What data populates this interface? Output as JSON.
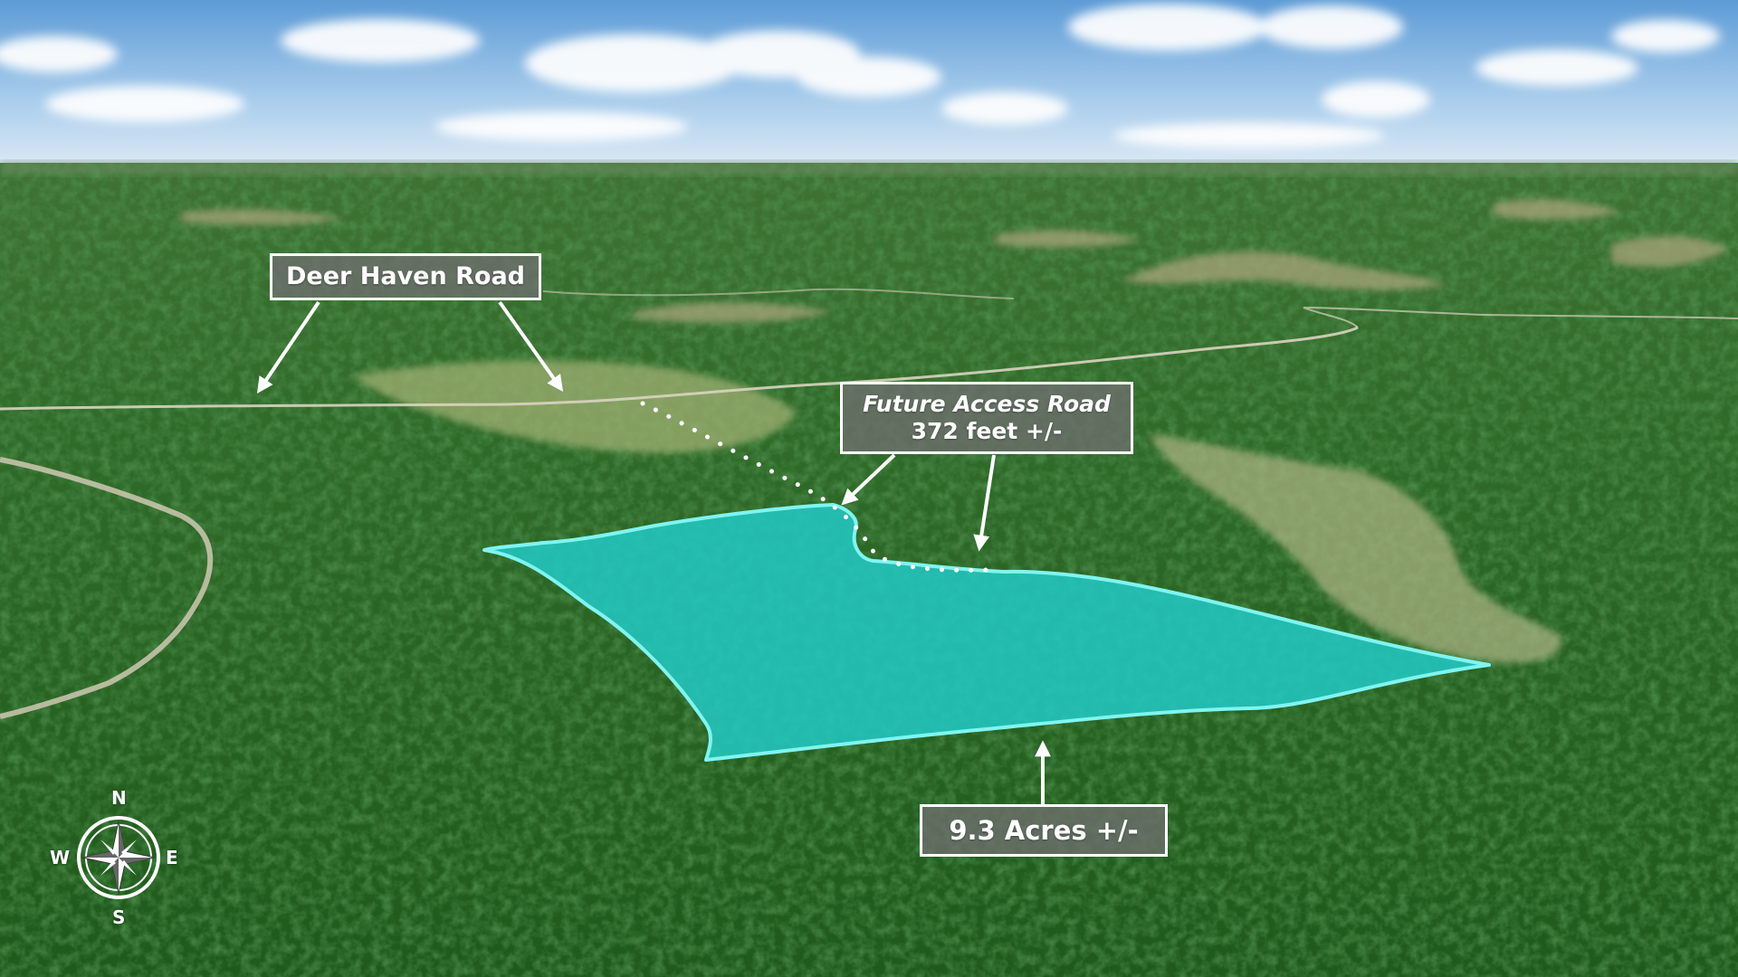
{
  "labels": {
    "road_name": "Deer Haven Road",
    "access_title": "Future Access Road",
    "access_length": "372 feet +/-",
    "acreage": "9.3 Acres +/-"
  },
  "compass": {
    "north": "N",
    "south": "S",
    "east": "E",
    "west": "W"
  },
  "colors": {
    "parcel_fill": "#22c8c4",
    "parcel_outline": "#7ff5f0",
    "forest": "#2f6b26",
    "sky": "#8fbde6",
    "label_bg": "#6e6e6e",
    "label_border": "#ffffff"
  },
  "icons": {
    "compass": "compass-rose-icon",
    "arrow": "arrow-icon"
  }
}
